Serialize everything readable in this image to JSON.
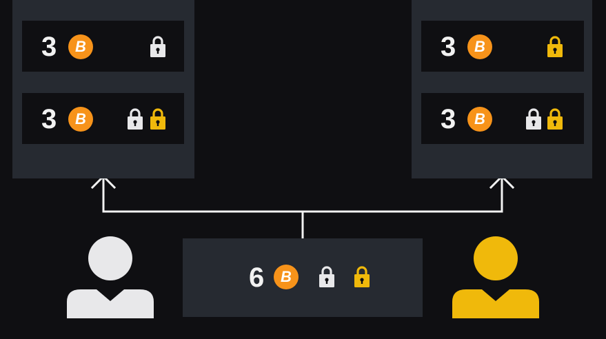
{
  "colors": {
    "background": "#0f0f12",
    "panel": "#262a31",
    "white_party": "#e8e8ea",
    "yellow_party": "#f0b90b",
    "coin": "#f7931a",
    "text": "#f2f2f2"
  },
  "left_panel": {
    "row1": {
      "amount": "3",
      "locks": [
        "white"
      ]
    },
    "row2": {
      "amount": "3",
      "locks": [
        "white",
        "yellow"
      ]
    }
  },
  "right_panel": {
    "row1": {
      "amount": "3",
      "locks": [
        "yellow"
      ]
    },
    "row2": {
      "amount": "3",
      "locks": [
        "white",
        "yellow"
      ]
    }
  },
  "funding_tx": {
    "amount": "6",
    "locks": [
      "white",
      "yellow"
    ]
  },
  "coin_symbol": "B",
  "icons": {
    "coin": "bitcoin-icon",
    "lock": "padlock-icon",
    "person": "user-icon",
    "arrow": "arrow-up-icon"
  }
}
